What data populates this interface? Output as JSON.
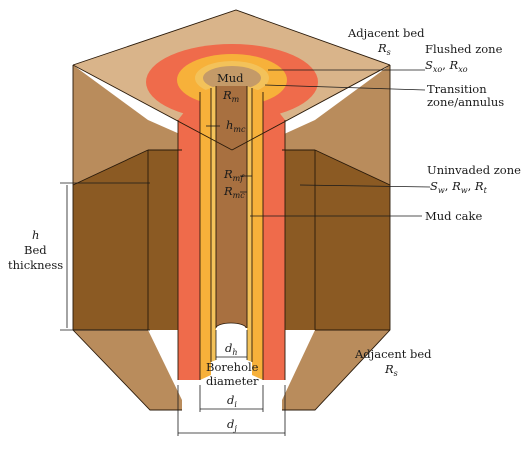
{
  "colors": {
    "bed_top": "#d9b48a",
    "bed_light": "#b98c5c",
    "bed_dark": "#8b5a23",
    "bed_mid": "#a87542",
    "flushed": "#ef6b4b",
    "transition": "#f7b13a",
    "mudcake": "#f3c25a",
    "mud_top": "#c49a68",
    "borehole": "#a87040",
    "outline": "#2a1a0a"
  },
  "labels": {
    "adjacent_top": "Adjacent bed",
    "adjacent_top_r": "R",
    "adjacent_top_r_sub": "s",
    "flushed": "Flushed zone",
    "flushed_s": "S",
    "flushed_s_sub": "xo",
    "flushed_sep": ", ",
    "flushed_r": "R",
    "flushed_r_sub": "xo",
    "transition_1": "Transition",
    "transition_2": "zone/annulus",
    "uninvaded": "Uninvaded zone",
    "uninvaded_s": "S",
    "uninvaded_s_sub": "w",
    "uninvaded_sep1": ", ",
    "uninvaded_r": "R",
    "uninvaded_r_sub": "w",
    "uninvaded_sep2": ", ",
    "uninvaded_rt": "R",
    "uninvaded_rt_sub": "t",
    "mudcake": "Mud cake",
    "mud": "Mud",
    "rm": "R",
    "rm_sub": "m",
    "hmc": "h",
    "hmc_sub": "mc",
    "rmf": "R",
    "rmf_sub": "mf",
    "rmc": "R",
    "rmc_sub": "mc",
    "h": "h",
    "bed": "Bed",
    "thickness": "thickness",
    "dh": "d",
    "dh_sub": "h",
    "borehole_1": "Borehole",
    "borehole_2": "diameter",
    "di": "d",
    "di_sub": "i",
    "dj": "d",
    "dj_sub": "j",
    "adjacent_bottom": "Adjacent bed",
    "adjacent_bottom_r": "R",
    "adjacent_bottom_r_sub": "s"
  }
}
